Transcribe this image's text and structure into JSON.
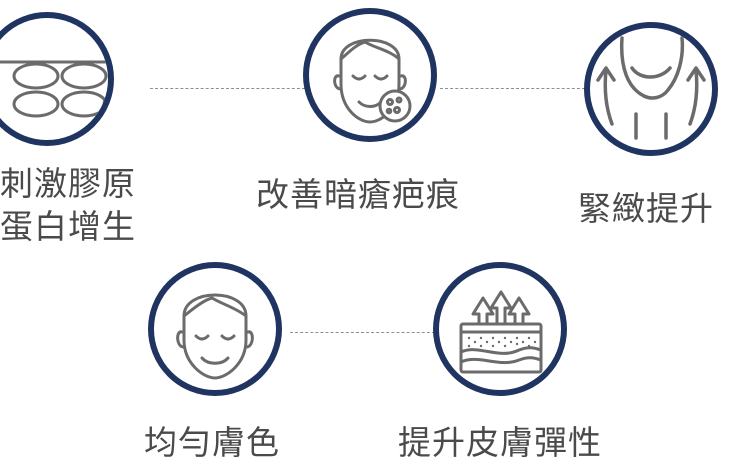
{
  "items": [
    {
      "label_lines": [
        "刺激膠原",
        "蛋白增生"
      ],
      "icon": "collagen-cells-icon"
    },
    {
      "label_lines": [
        "改善暗瘡疤痕"
      ],
      "icon": "face-acne-icon"
    },
    {
      "label_lines": [
        "緊緻提升"
      ],
      "icon": "jaw-lift-icon"
    },
    {
      "label_lines": [
        "均勻膚色"
      ],
      "icon": "smiling-face-icon"
    },
    {
      "label_lines": [
        "提升皮膚彈性"
      ],
      "icon": "skin-layers-icon"
    }
  ],
  "colors": {
    "ring": "#1f3461",
    "line_art": "#6b6b6b",
    "text": "#4a4a4a",
    "connector": "#8a8f98"
  }
}
